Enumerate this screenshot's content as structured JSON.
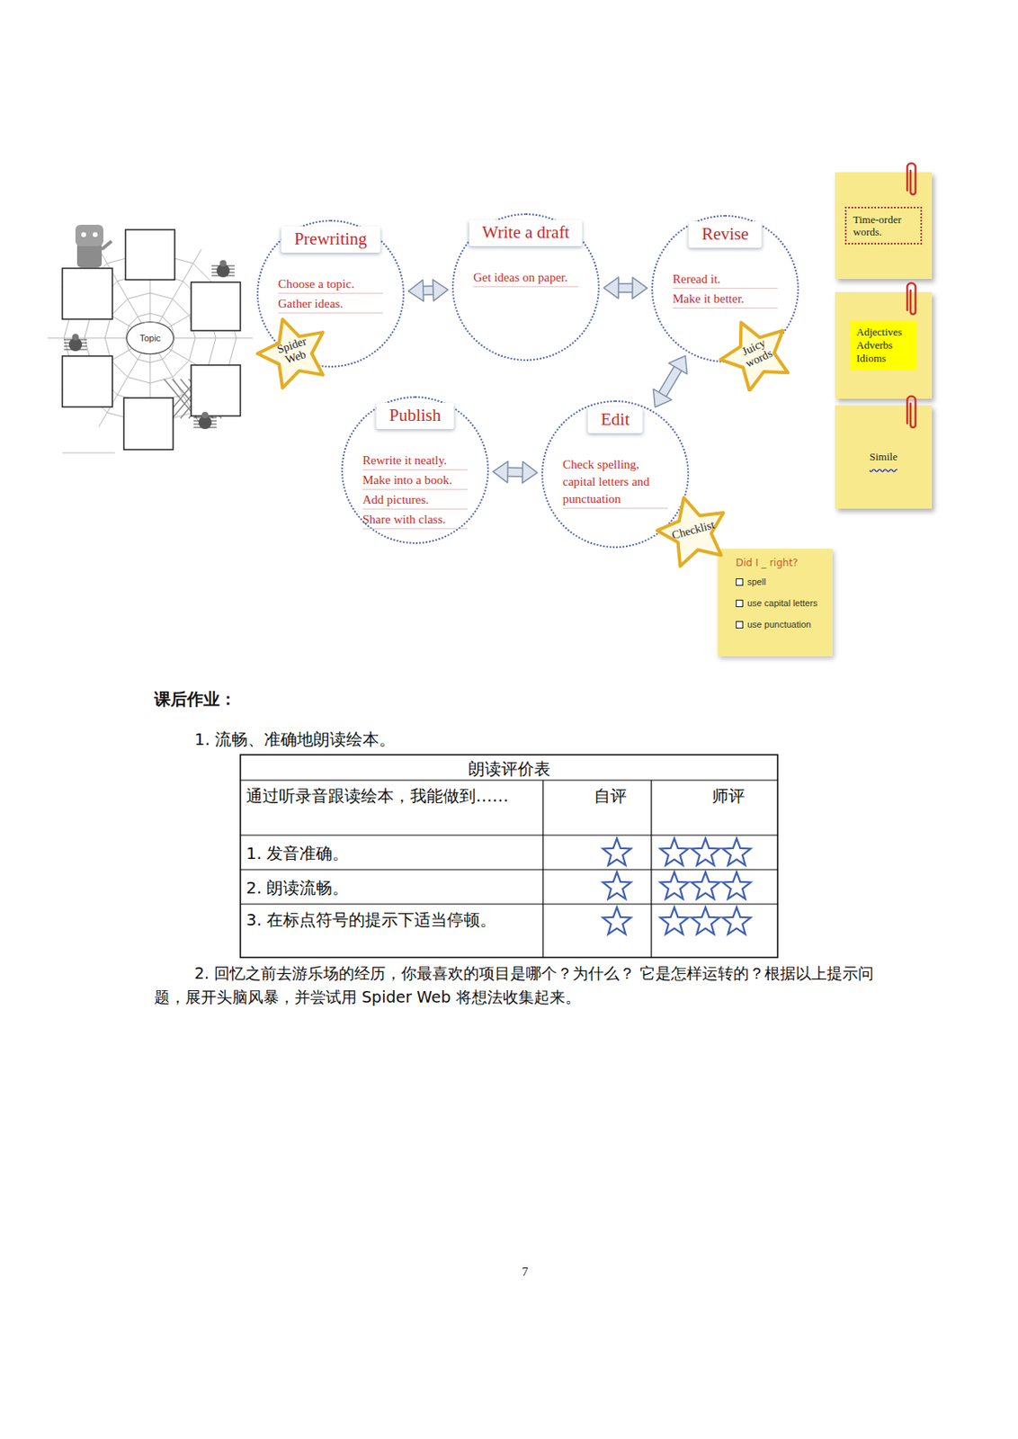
{
  "diagram": {
    "nodes": [
      {
        "text": [
          "Topic"
        ]
      },
      {
        "text": [
          "Prewriting",
          "Choose a topic.",
          "Gather ideas."
        ]
      },
      {
        "text": [
          "Spider Web"
        ]
      },
      {
        "text": [
          "Write a draft",
          "Get ideas on paper."
        ]
      },
      {
        "text": [
          "Revise",
          "Reread it.",
          "Make it better."
        ]
      },
      {
        "text": [
          "Juicy words"
        ]
      },
      {
        "text": [
          "Time-order words."
        ]
      },
      {
        "text": [
          "Adjectives Adverbs Idioms"
        ]
      },
      {
        "text": [
          "Simile"
        ]
      },
      {
        "text": [
          "Publish",
          "Rewrite it neatly.",
          "Make into a book.",
          "Add pictures.",
          "Share with class."
        ]
      },
      {
        "text": [
          "Edit",
          "Check spelling, capital letters and punctuation"
        ]
      },
      {
        "text": [
          "Checklist"
        ]
      },
      {
        "text": [
          "Did I _ right?",
          "spell",
          "use capital letters",
          "use punctuation"
        ]
      }
    ],
    "edges": [
      {
        "from": 1,
        "to": 3,
        "arrow": "both"
      },
      {
        "from": 3,
        "to": 4,
        "arrow": "both"
      },
      {
        "from": 4,
        "to": 10,
        "arrow": "both"
      },
      {
        "from": 10,
        "to": 9,
        "arrow": "both"
      }
    ],
    "labels": [
      "课后作业：",
      "1. 流畅、准确地朗读绘本。",
      "朗读评价表",
      "通过听录音跟读绘本，我能做到……",
      "自评",
      "师评",
      "1. 发音准确。",
      "2. 朗读流畅。",
      "3. 在标点符号的提示下适当停顿。",
      "2. 回忆之前去游乐场的经历，你最喜欢的项目是哪个？为什么？ 它是怎样运转的？根据以上提示问题，展开头脑风暴，并尝试用 Spider Web 将想法收集起来。",
      "7"
    ]
  }
}
